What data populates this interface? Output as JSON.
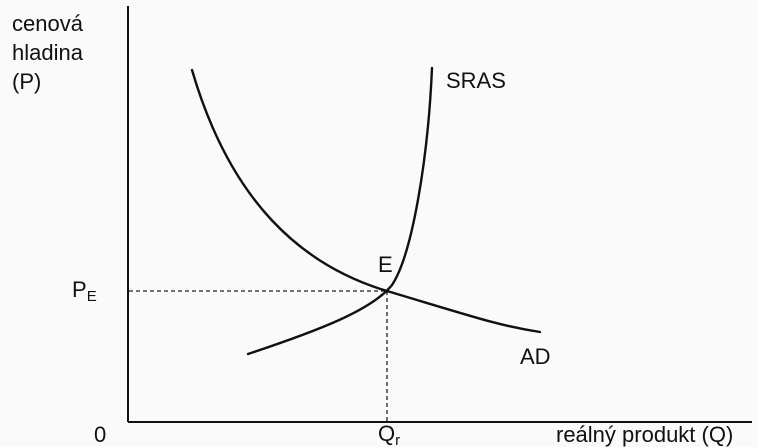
{
  "diagram": {
    "y_axis_label_lines": [
      "cenová",
      "hladina",
      "(P)"
    ],
    "x_axis_label": "reálný produkt (Q)",
    "origin_label": "0",
    "curves": {
      "supply_label": "SRAS",
      "demand_label": "AD"
    },
    "equilibrium_label": "E",
    "price_level": {
      "base": "P",
      "sub": "E"
    },
    "output_level": {
      "base": "Q",
      "sub": "r"
    }
  },
  "colors": {
    "ink": "#111111",
    "paper": "#fafafa",
    "bleed_through": "#d2d2d2"
  }
}
